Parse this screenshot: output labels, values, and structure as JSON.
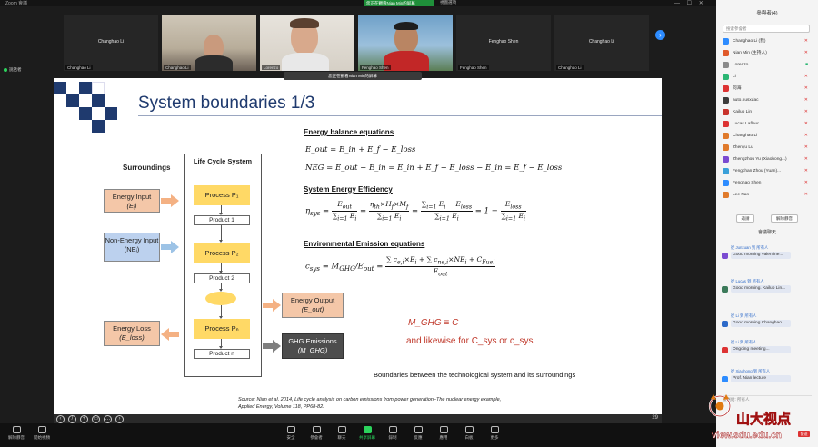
{
  "window": {
    "title": "Zoom 會議",
    "status_label": "您正在觀看Nian Min的屏幕",
    "view_button": "視圖選項"
  },
  "video_strip": {
    "tiles": [
      {
        "name": "Changhao Li",
        "label": "Changhao Li",
        "video": false
      },
      {
        "name": "",
        "label": "Changhao Li",
        "video": true
      },
      {
        "name": "",
        "label": "Lorenzo",
        "video": true
      },
      {
        "name": "",
        "label": "Fenghao Shen",
        "video": true
      },
      {
        "name": "Fenghao Shen",
        "label": "Fenghao Shen",
        "video": false
      },
      {
        "name": "Changhao Li",
        "label": "Changhao Li",
        "video": false
      }
    ],
    "next_icon": "chevron-right-icon"
  },
  "speaker": {
    "label": "說話者"
  },
  "share_bar": {
    "label": "您正在觀看Nian Min的屏幕"
  },
  "slide": {
    "title": "System boundaries 1/3",
    "surroundings_label": "Surroundings",
    "lcs_title": "Life Cycle System",
    "processes": [
      "Process P₁",
      "Process P₂",
      "Process Pₙ"
    ],
    "products": [
      "Product 1",
      "Product 2",
      "Product n"
    ],
    "inputs": {
      "energy": "Energy Input",
      "energy_sym": "(Eᵢ)",
      "non_energy": "Non-Energy Input (NEᵢ)",
      "loss": "Energy Loss",
      "loss_sym": "(E_loss)"
    },
    "outputs": {
      "energy": "Energy Output",
      "energy_sym": "(E_out)",
      "ghg": "GHG Emissions",
      "ghg_sym": "(M_GHG)"
    },
    "energy_balance_heading": "Energy balance equations",
    "eq1": "E_out = E_in + E_f − E_loss",
    "eq2": "NEG = E_out − E_in = E_in + E_f − E_loss − E_in = E_f − E_loss",
    "efficiency_heading": "System Energy Efficiency",
    "emission_heading": "Environmental Emission equations",
    "red_eq1": "M_GHG ≡ C",
    "red_eq2": "and likewise for C_sys or c_sys",
    "caption": "Boundaries between the technological system and its surroundings",
    "source": "Source: Nian et al. 2014, Life cycle analysis on carbon emissions from power generation–The nuclear energy example, Applied Energy, Volume 118, PP68-82.",
    "page_number": "29"
  },
  "bottom_toolbar": {
    "items": [
      "解除靜音",
      "開始視頻",
      "安全",
      "參會者",
      "聊天",
      "共享屏幕",
      "錄制",
      "反應",
      "應用",
      "白板",
      "更多"
    ]
  },
  "panel": {
    "header": "參與者(4)",
    "search_placeholder": "搜索參會者",
    "participants": [
      {
        "name": "Changhao Li (我)",
        "color": "#2d8cff"
      },
      {
        "name": "Nian Min (主持人)",
        "color": "#e05a2b"
      },
      {
        "name": "Lorenzo",
        "color": "#8a8a8a"
      },
      {
        "name": "Li",
        "color": "#2bb673"
      },
      {
        "name": "何海",
        "color": "#d33"
      },
      {
        "name": "auto.nusxdac",
        "color": "#3c3c3c"
      },
      {
        "name": "Kailuo Lin",
        "color": "#c8332c"
      },
      {
        "name": "Lucas Lafleur",
        "color": "#d33"
      },
      {
        "name": "Changhao Li",
        "color": "#e07a2b"
      },
      {
        "name": "Zhenyu Lu",
        "color": "#e07a2b"
      },
      {
        "name": "Zhengzhou Yu (Xiaohong...)",
        "color": "#7b4bd1"
      },
      {
        "name": "Fengchan Zhou (Yuan)...",
        "color": "#3aa0d9"
      },
      {
        "name": "Fenghao Shen",
        "color": "#2d8cff"
      },
      {
        "name": "Lee Ran",
        "color": "#e07a2b"
      }
    ],
    "buttons": [
      "邀請",
      "解除靜音"
    ],
    "chat_header": "會議聊天",
    "chat": [
      {
        "from": "從 Junxuan 到 所有人",
        "text": "Good morning Valentine...",
        "color": "#7b4bd1"
      },
      {
        "from": "從 Lucas 到 所有人",
        "text": "Good morning. Kailuo Lin...",
        "color": "#3c7a5a"
      },
      {
        "from": "從 Li 到 所有人",
        "text": "Good morning Changhao",
        "color": "#2d6ac9"
      },
      {
        "from": "從 Li 到 所有人",
        "text": "Ongoing meeting...",
        "color": "#d33"
      },
      {
        "from": "從 Xiaohong 到 所有人",
        "text": "Prof. Nian lecture",
        "color": "#2d8cff"
      }
    ],
    "footer_placeholder": "發送給: 所有人",
    "send_label": "發送"
  },
  "watermark": {
    "text": "山大视点",
    "url": "view.sdu.edu.cn"
  }
}
